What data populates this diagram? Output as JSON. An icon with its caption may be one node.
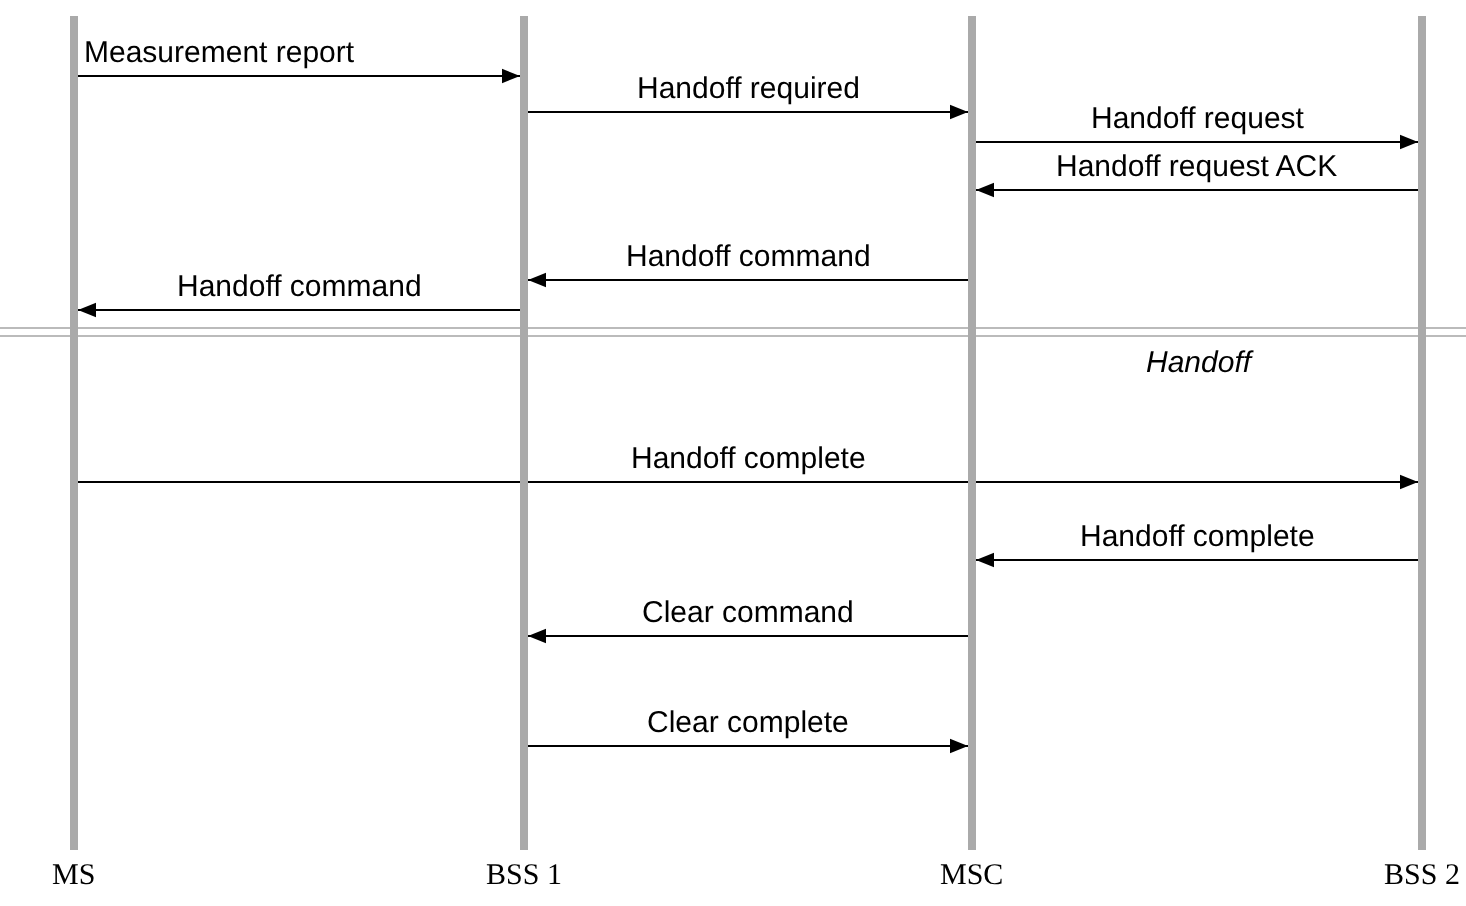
{
  "diagram": {
    "nodes": [
      {
        "text": [],
        "shape": "bar",
        "beside": [
          "MS"
        ]
      },
      {
        "text": [],
        "shape": "bar",
        "beside": [
          "BSS 1"
        ]
      },
      {
        "text": [],
        "shape": "bar",
        "beside": [
          "MSC"
        ]
      },
      {
        "text": [],
        "shape": "bar",
        "beside": [
          "BSS 2"
        ]
      }
    ],
    "edges": [
      {
        "from": 0,
        "to": 1,
        "arrow": "to",
        "label": "Measurement report"
      },
      {
        "from": 1,
        "to": 2,
        "arrow": "to",
        "label": "Handoff required"
      },
      {
        "from": 2,
        "to": 3,
        "arrow": "to",
        "label": "Handoff request"
      },
      {
        "from": 3,
        "to": 2,
        "arrow": "to",
        "label": "Handoff request ACK"
      },
      {
        "from": 2,
        "to": 1,
        "arrow": "to",
        "label": "Handoff command"
      },
      {
        "from": 1,
        "to": 0,
        "arrow": "to",
        "label": "Handoff command"
      },
      {
        "from": 0,
        "to": 3,
        "arrow": "to",
        "label": "Handoff complete"
      },
      {
        "from": 3,
        "to": 2,
        "arrow": "to",
        "label": "Handoff complete"
      },
      {
        "from": 2,
        "to": 1,
        "arrow": "to",
        "label": "Clear command"
      },
      {
        "from": 1,
        "to": 2,
        "arrow": "to",
        "label": "Clear complete"
      }
    ],
    "labels": [
      "Handoff"
    ]
  }
}
